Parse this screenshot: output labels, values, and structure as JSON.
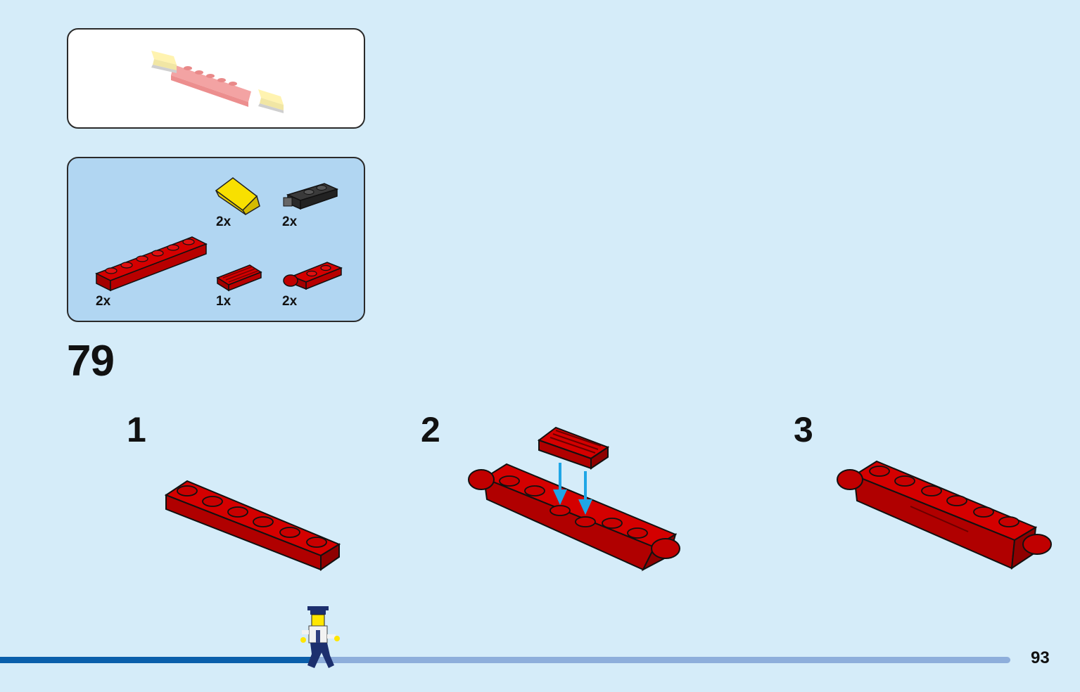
{
  "step": {
    "number": "79"
  },
  "parts_list": [
    {
      "name": "yellow-slope-1x2",
      "count": "2x"
    },
    {
      "name": "black-hinge-plate-1x2",
      "count": "2x"
    },
    {
      "name": "red-plate-1x6",
      "count": "2x"
    },
    {
      "name": "red-grille-tile-1x2",
      "count": "1x"
    },
    {
      "name": "red-hinge-plate-1x2",
      "count": "2x"
    }
  ],
  "substeps": [
    {
      "label": "1"
    },
    {
      "label": "2"
    },
    {
      "label": "3"
    }
  ],
  "colors": {
    "background": "#d5ecf9",
    "parts_panel": "#b1d6f2",
    "brick_red": "#d40000",
    "brick_yellow": "#f8e000",
    "arrow_blue": "#1fa6e6",
    "progress_fill": "#0a5fab",
    "progress_track": "#8eaedb"
  },
  "progress": {
    "fraction": 0.31
  },
  "footer": {
    "page_number": "93"
  },
  "icons": {
    "mascot": "police-minifigure-icon",
    "arrows": "down-arrow-icon"
  }
}
